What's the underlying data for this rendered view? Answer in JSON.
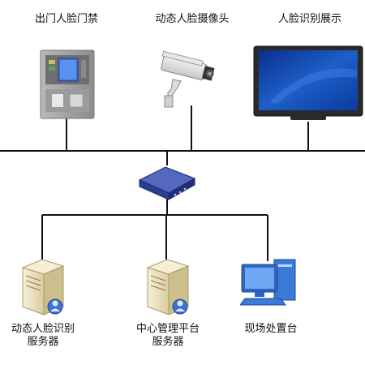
{
  "devices": {
    "door_access": {
      "label": "出门人脸门禁",
      "icon": "face-access-terminal-icon"
    },
    "camera": {
      "label": "动态人脸摄像头",
      "icon": "security-camera-icon"
    },
    "display": {
      "label": "人脸识别展示",
      "icon": "monitor-display-icon"
    }
  },
  "network": {
    "icon": "network-switch-icon"
  },
  "servers": {
    "recognition": {
      "label_line1": "动态人脸识别",
      "label_line2": "服务器",
      "icon": "server-icon"
    },
    "management": {
      "label_line1": "中心管理平台",
      "label_line2": "服务器",
      "icon": "server-icon"
    },
    "workstation": {
      "label": "现场处置台",
      "icon": "desktop-computer-icon"
    }
  },
  "colors": {
    "line": "#111111",
    "switch": "#2a3f8f",
    "screen": "#1d5fc8",
    "server_body": "#efe6c4",
    "panel": "#9a9a9a"
  }
}
